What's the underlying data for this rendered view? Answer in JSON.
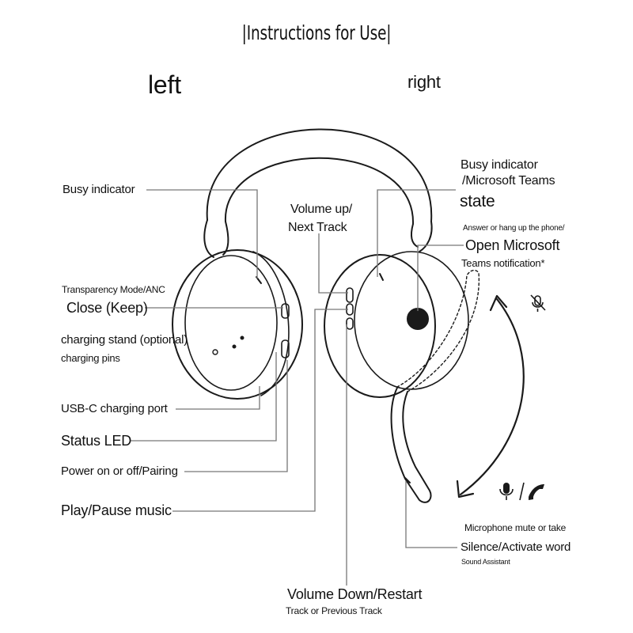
{
  "title": "|Instructions for Use|",
  "sides": {
    "left": "left",
    "right": "right"
  },
  "left_labels": {
    "busy_indicator": "Busy indicator",
    "transparency_mode": "Transparency Mode/ANC",
    "close_keep": "Close (Keep)",
    "charging_stand": "charging stand (optional)",
    "charging_pins": "charging pins",
    "usb_c_port": "USB-C charging port",
    "status_led": "Status LED",
    "power_pairing": "Power on or off/Pairing",
    "play_pause": "Play/Pause music"
  },
  "center_labels": {
    "volume_up_1": "Volume up/",
    "volume_up_2": "Next Track",
    "volume_down_1": "Volume Down/Restart",
    "volume_down_2": "Track or Previous Track"
  },
  "right_labels": {
    "busy_indicator": "Busy indicator",
    "teams_state_1": "/Microsoft Teams",
    "teams_state_2": "state",
    "answer_hangup": "Answer or hang up the phone/",
    "open_teams_1": "Open Microsoft",
    "open_teams_2": "Teams notification*",
    "mic_mute_1": "Microphone mute or take",
    "mic_mute_2": "Silence/Activate word",
    "sound_assistant": "Sound Assistant"
  },
  "icons": [
    "mic-muted-icon",
    "mic-icon",
    "phone-icon",
    "teams-logo-icon"
  ]
}
